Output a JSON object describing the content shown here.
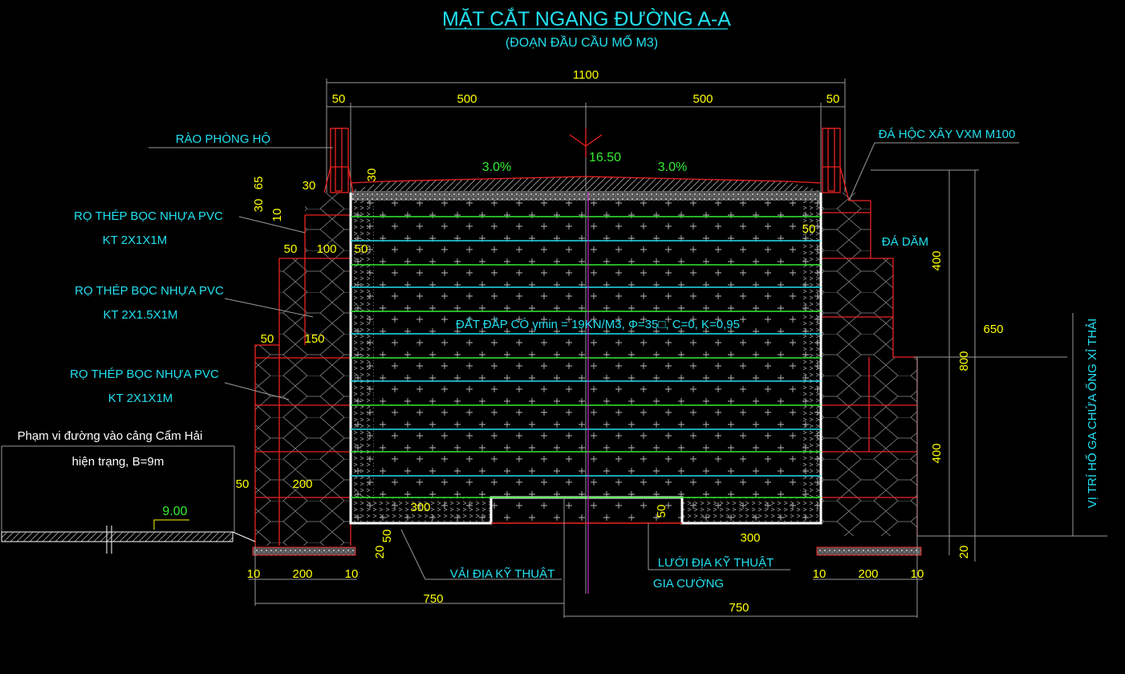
{
  "title": "MẶT CẮT NGANG ĐƯỜNG A-A",
  "subtitle": "(ĐOẠN ĐẦU CẦU MỐ M3)",
  "colors": {
    "background": "#000000",
    "label": "#22e0f0",
    "dimension": "#ffff00",
    "elevation": "#33ee33",
    "gabion_outline": "#ee2222",
    "geogrid_green": "#33ee33",
    "geogrid_cyan": "#22e0f0",
    "centerline": "#cc22cc"
  },
  "labels": {
    "fence": "RÀO PHÒNG HỘ",
    "gabion1": "RỌ THÉP BỌC NHỰA PVC",
    "gabion1_size": "KT 2X1X1M",
    "gabion2": "RỌ THÉP BỌC NHỰA PVC",
    "gabion2_size": "KT 2X1.5X1M",
    "gabion3": "RỌ THÉP BỌC NHỰA PVC",
    "gabion3_size": "KT 2X1X1M",
    "masonry": "ĐÁ HỘC XÂY VXM M100",
    "crushed_stone": "ĐÁ DĂM",
    "manhole": "VỊ TRÍ HỐ GA CHỨA ỐNG XỈ THẢI",
    "geotextile": "VẢI ĐỊA KỸ THUẬT",
    "geogrid_1": "LƯỚI ĐỊA KỸ THUẬT",
    "geogrid_2": "GIA CƯỜNG",
    "fill": "ĐẤT ĐẮP CÓ γmin = 19KN/M3, Φ=35□, C=0, K=0,95",
    "existing_road_1": "Phạm vi đường vào cảng Cẩm Hải",
    "existing_road_2": "hiện trạng, B=9m"
  },
  "elevations": {
    "crown": "16.50",
    "existing": "9.00",
    "slope_left": "3.0%",
    "slope_right": "3.0%"
  },
  "dimensions": {
    "total": "1100",
    "top_l50": "50",
    "top_l500": "500",
    "top_r500": "500",
    "top_r50": "50",
    "l65": "65",
    "l30v": "30",
    "l10": "10",
    "l30h": "30",
    "top30": "30",
    "l50a": "50",
    "l100": "100",
    "r50in": "50",
    "lin50": "50",
    "l50b": "50",
    "l150": "150",
    "l50c": "50",
    "l200": "200",
    "l300": "300",
    "l50v": "50",
    "l20v": "20",
    "lb10a": "10",
    "lb200": "200",
    "lb10b": "10",
    "l750": "750",
    "r50": "50",
    "r400a": "400",
    "r800": "800",
    "r650": "650",
    "r400b": "400",
    "r20": "20",
    "rb10a": "10",
    "rb200": "200",
    "rb10b": "10",
    "r750": "750",
    "r300": "300",
    "r50v": "50"
  }
}
